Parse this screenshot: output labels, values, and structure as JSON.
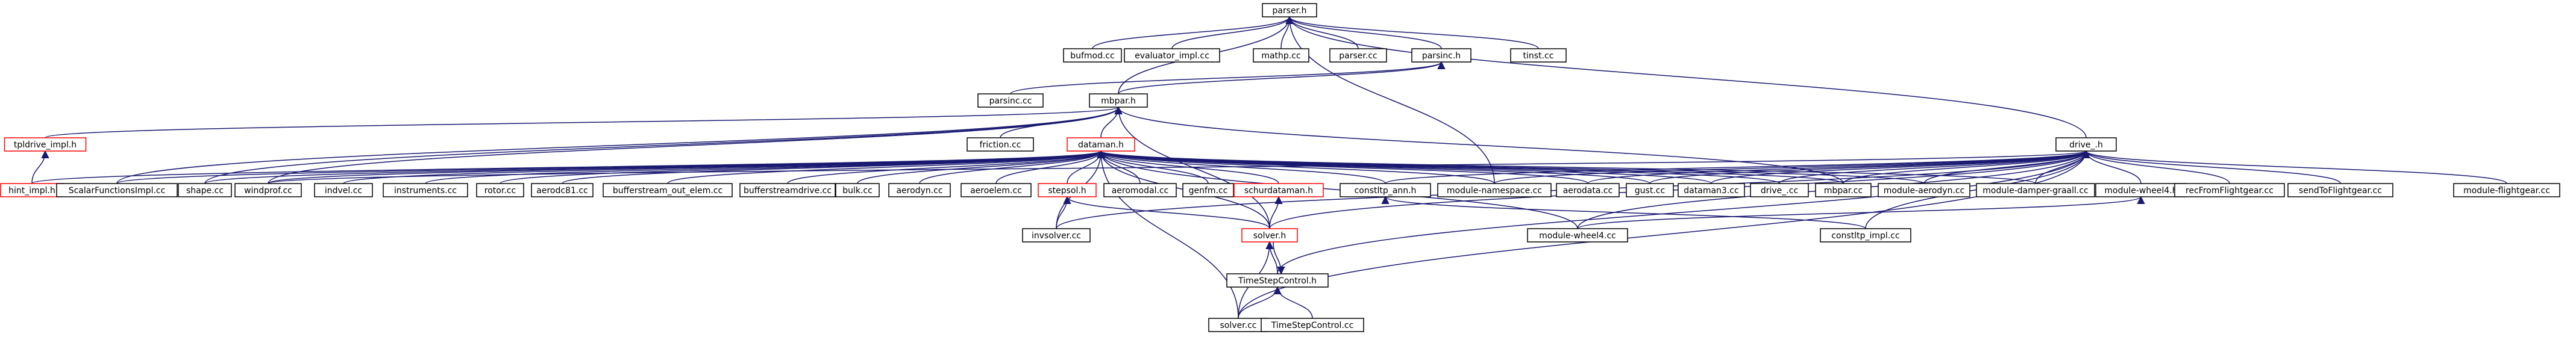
{
  "diagram": {
    "title": "parser.h include dependency graph",
    "colors": {
      "edge": "#191970",
      "border_normal": "#000000",
      "border_truncated": "#ff0000",
      "root_fill": "#bfbfbf",
      "node_fill": "#ffffff"
    },
    "nodes": [
      {
        "id": "parser_h",
        "label": "parser.h",
        "style": "root"
      },
      {
        "id": "bufmod_cc",
        "label": "bufmod.cc",
        "style": "normal"
      },
      {
        "id": "evaluator_impl_cc",
        "label": "evaluator_impl.cc",
        "style": "normal"
      },
      {
        "id": "mathp_cc",
        "label": "mathp.cc",
        "style": "normal"
      },
      {
        "id": "parser_cc",
        "label": "parser.cc",
        "style": "normal"
      },
      {
        "id": "parsinc_h",
        "label": "parsinc.h",
        "style": "normal"
      },
      {
        "id": "tinst_cc",
        "label": "tinst.cc",
        "style": "normal"
      },
      {
        "id": "parsinc_cc",
        "label": "parsinc.cc",
        "style": "normal"
      },
      {
        "id": "mbpar_h",
        "label": "mbpar.h",
        "style": "normal"
      },
      {
        "id": "drive_h",
        "label": "drive_.h",
        "style": "normal"
      },
      {
        "id": "tpldrive_impl_h",
        "label": "tpldrive_impl.h",
        "style": "truncated"
      },
      {
        "id": "friction_cc",
        "label": "friction.cc",
        "style": "normal"
      },
      {
        "id": "dataman_h",
        "label": "dataman.h",
        "style": "truncated"
      },
      {
        "id": "hint_impl_h",
        "label": "hint_impl.h",
        "style": "truncated"
      },
      {
        "id": "scalarfunctionsimpl_cc",
        "label": "ScalarFunctionsImpl.cc",
        "style": "normal"
      },
      {
        "id": "shape_cc",
        "label": "shape.cc",
        "style": "normal"
      },
      {
        "id": "windprof_cc",
        "label": "windprof.cc",
        "style": "normal"
      },
      {
        "id": "indvel_cc",
        "label": "indvel.cc",
        "style": "normal"
      },
      {
        "id": "instruments_cc",
        "label": "instruments.cc",
        "style": "normal"
      },
      {
        "id": "rotor_cc",
        "label": "rotor.cc",
        "style": "normal"
      },
      {
        "id": "aerodc81_cc",
        "label": "aerodc81.cc",
        "style": "normal"
      },
      {
        "id": "bufferstream_out_elem_cc",
        "label": "bufferstream_out_elem.cc",
        "style": "normal"
      },
      {
        "id": "bufferstreamdrive_cc",
        "label": "bufferstreamdrive.cc",
        "style": "normal"
      },
      {
        "id": "bulk_cc",
        "label": "bulk.cc",
        "style": "normal"
      },
      {
        "id": "aerodyn_cc",
        "label": "aerodyn.cc",
        "style": "normal"
      },
      {
        "id": "aeroelem_cc",
        "label": "aeroelem.cc",
        "style": "normal"
      },
      {
        "id": "stepsol_h",
        "label": "stepsol.h",
        "style": "truncated"
      },
      {
        "id": "aeromodal_cc",
        "label": "aeromodal.cc",
        "style": "normal"
      },
      {
        "id": "genfm_cc",
        "label": "genfm.cc",
        "style": "normal"
      },
      {
        "id": "schurdataman_h",
        "label": "schurdataman.h",
        "style": "truncated"
      },
      {
        "id": "constltp_ann_h",
        "label": "constltp_ann.h",
        "style": "normal"
      },
      {
        "id": "module_namespace_cc",
        "label": "module-namespace.cc",
        "style": "normal"
      },
      {
        "id": "aerodata_cc",
        "label": "aerodata.cc",
        "style": "normal"
      },
      {
        "id": "gust_cc",
        "label": "gust.cc",
        "style": "normal"
      },
      {
        "id": "dataman3_cc",
        "label": "dataman3.cc",
        "style": "normal"
      },
      {
        "id": "drive_cc",
        "label": "drive_.cc",
        "style": "normal"
      },
      {
        "id": "mbpar_cc",
        "label": "mbpar.cc",
        "style": "normal"
      },
      {
        "id": "module_aerodyn_cc",
        "label": "module-aerodyn.cc",
        "style": "normal"
      },
      {
        "id": "module_damper_graall_cc",
        "label": "module-damper-graall.cc",
        "style": "normal"
      },
      {
        "id": "module_wheel4_h",
        "label": "module-wheel4.h",
        "style": "normal"
      },
      {
        "id": "recfromflightgear_cc",
        "label": "recFromFlightgear.cc",
        "style": "normal"
      },
      {
        "id": "sendtoflightgear_cc",
        "label": "sendToFlightgear.cc",
        "style": "normal"
      },
      {
        "id": "module_flightgear_cc",
        "label": "module-flightgear.cc",
        "style": "normal"
      },
      {
        "id": "invsolver_cc",
        "label": "invsolver.cc",
        "style": "normal"
      },
      {
        "id": "solver_h",
        "label": "solver.h",
        "style": "truncated"
      },
      {
        "id": "module_wheel4_cc",
        "label": "module-wheel4.cc",
        "style": "normal"
      },
      {
        "id": "constltp_impl_cc",
        "label": "constltp_impl.cc",
        "style": "normal"
      },
      {
        "id": "timestepcontrol_h",
        "label": "TimeStepControl.h",
        "style": "normal"
      },
      {
        "id": "solver_cc",
        "label": "solver.cc",
        "style": "normal"
      },
      {
        "id": "timestepcontrol_cc",
        "label": "TimeStepControl.cc",
        "style": "normal"
      }
    ],
    "edges": [
      {
        "from": "parser_h",
        "to": "bufmod_cc"
      },
      {
        "from": "parser_h",
        "to": "evaluator_impl_cc"
      },
      {
        "from": "parser_h",
        "to": "mathp_cc"
      },
      {
        "from": "parser_h",
        "to": "parser_cc"
      },
      {
        "from": "parser_h",
        "to": "parsinc_h"
      },
      {
        "from": "parser_h",
        "to": "tinst_cc"
      },
      {
        "from": "parser_h",
        "to": "mbpar_h"
      },
      {
        "from": "parser_h",
        "to": "drive_h"
      },
      {
        "from": "parser_h",
        "to": "module_namespace_cc"
      },
      {
        "from": "parsinc_h",
        "to": "parsinc_cc"
      },
      {
        "from": "parsinc_h",
        "to": "mbpar_h"
      },
      {
        "from": "mbpar_h",
        "to": "tpldrive_impl_h"
      },
      {
        "from": "mbpar_h",
        "to": "friction_cc"
      },
      {
        "from": "mbpar_h",
        "to": "dataman_h"
      },
      {
        "from": "mbpar_h",
        "to": "scalarfunctionsimpl_cc"
      },
      {
        "from": "mbpar_h",
        "to": "shape_cc"
      },
      {
        "from": "mbpar_h",
        "to": "windprof_cc"
      },
      {
        "from": "mbpar_h",
        "to": "mbpar_cc"
      },
      {
        "from": "mbpar_h",
        "to": "solver_h"
      },
      {
        "from": "tpldrive_impl_h",
        "to": "hint_impl_h"
      },
      {
        "from": "dataman_h",
        "to": "scalarfunctionsimpl_cc"
      },
      {
        "from": "dataman_h",
        "to": "shape_cc"
      },
      {
        "from": "dataman_h",
        "to": "windprof_cc"
      },
      {
        "from": "dataman_h",
        "to": "indvel_cc"
      },
      {
        "from": "dataman_h",
        "to": "instruments_cc"
      },
      {
        "from": "dataman_h",
        "to": "rotor_cc"
      },
      {
        "from": "dataman_h",
        "to": "aerodc81_cc"
      },
      {
        "from": "dataman_h",
        "to": "bufferstream_out_elem_cc"
      },
      {
        "from": "dataman_h",
        "to": "bufferstreamdrive_cc"
      },
      {
        "from": "dataman_h",
        "to": "bulk_cc"
      },
      {
        "from": "dataman_h",
        "to": "aerodyn_cc"
      },
      {
        "from": "dataman_h",
        "to": "aeroelem_cc"
      },
      {
        "from": "dataman_h",
        "to": "stepsol_h"
      },
      {
        "from": "dataman_h",
        "to": "aeromodal_cc"
      },
      {
        "from": "dataman_h",
        "to": "genfm_cc"
      },
      {
        "from": "dataman_h",
        "to": "schurdataman_h"
      },
      {
        "from": "dataman_h",
        "to": "constltp_ann_h"
      },
      {
        "from": "dataman_h",
        "to": "module_namespace_cc"
      },
      {
        "from": "dataman_h",
        "to": "aerodata_cc"
      },
      {
        "from": "dataman_h",
        "to": "gust_cc"
      },
      {
        "from": "dataman_h",
        "to": "dataman3_cc"
      },
      {
        "from": "dataman_h",
        "to": "drive_cc"
      },
      {
        "from": "dataman_h",
        "to": "mbpar_cc"
      },
      {
        "from": "dataman_h",
        "to": "module_aerodyn_cc"
      },
      {
        "from": "dataman_h",
        "to": "module_damper_graall_cc"
      },
      {
        "from": "dataman_h",
        "to": "solver_h"
      },
      {
        "from": "dataman_h",
        "to": "invsolver_cc"
      },
      {
        "from": "dataman_h",
        "to": "module_wheel4_cc"
      },
      {
        "from": "dataman_h",
        "to": "solver_cc"
      },
      {
        "from": "dataman_h",
        "to": "hint_impl_h"
      },
      {
        "from": "drive_h",
        "to": "windprof_cc"
      },
      {
        "from": "drive_h",
        "to": "constltp_ann_h"
      },
      {
        "from": "drive_h",
        "to": "module_namespace_cc"
      },
      {
        "from": "drive_h",
        "to": "aerodata_cc"
      },
      {
        "from": "drive_h",
        "to": "gust_cc"
      },
      {
        "from": "drive_h",
        "to": "dataman3_cc"
      },
      {
        "from": "drive_h",
        "to": "drive_cc"
      },
      {
        "from": "drive_h",
        "to": "mbpar_cc"
      },
      {
        "from": "drive_h",
        "to": "module_aerodyn_cc"
      },
      {
        "from": "drive_h",
        "to": "module_damper_graall_cc"
      },
      {
        "from": "drive_h",
        "to": "module_wheel4_h"
      },
      {
        "from": "drive_h",
        "to": "recfromflightgear_cc"
      },
      {
        "from": "drive_h",
        "to": "sendtoflightgear_cc"
      },
      {
        "from": "drive_h",
        "to": "module_flightgear_cc"
      },
      {
        "from": "drive_h",
        "to": "invsolver_cc"
      },
      {
        "from": "drive_h",
        "to": "solver_h"
      },
      {
        "from": "drive_h",
        "to": "module_wheel4_cc"
      },
      {
        "from": "drive_h",
        "to": "constltp_impl_cc"
      },
      {
        "from": "drive_h",
        "to": "timestepcontrol_h"
      },
      {
        "from": "drive_h",
        "to": "solver_cc"
      },
      {
        "from": "stepsol_h",
        "to": "invsolver_cc"
      },
      {
        "from": "stepsol_h",
        "to": "solver_h"
      },
      {
        "from": "schurdataman_h",
        "to": "solver_h"
      },
      {
        "from": "constltp_ann_h",
        "to": "constltp_impl_cc"
      },
      {
        "from": "module_wheel4_h",
        "to": "module_wheel4_cc"
      },
      {
        "from": "solver_h",
        "to": "timestepcontrol_h"
      },
      {
        "from": "solver_h",
        "to": "solver_cc"
      },
      {
        "from": "timestepcontrol_h",
        "to": "solver_h"
      },
      {
        "from": "timestepcontrol_h",
        "to": "solver_cc"
      },
      {
        "from": "timestepcontrol_h",
        "to": "timestepcontrol_cc"
      }
    ]
  }
}
